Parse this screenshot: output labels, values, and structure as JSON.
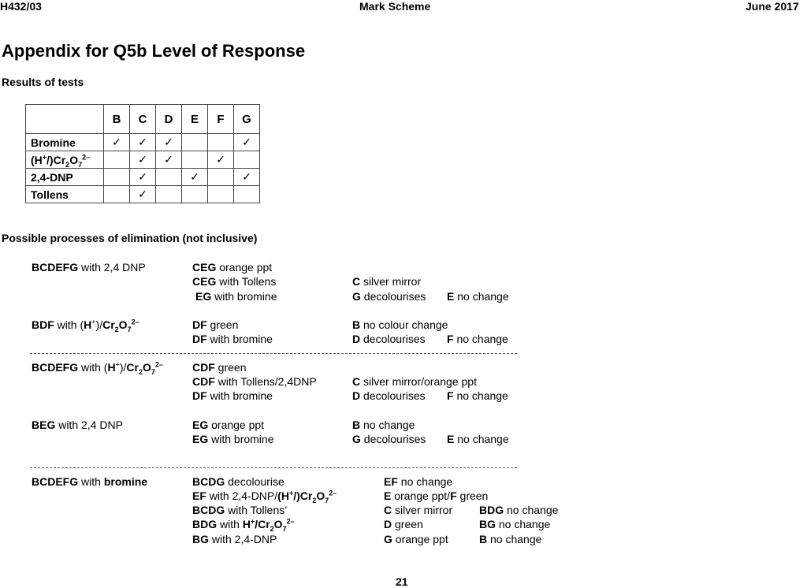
{
  "header": {
    "left": "H432/03",
    "center": "Mark Scheme",
    "right": "June 2017"
  },
  "title": "Appendix for Q5b Level of Response",
  "results_heading": "Results of tests",
  "table": {
    "columns": [
      "B",
      "C",
      "D",
      "E",
      "F",
      "G"
    ],
    "check_glyph": "✓",
    "rows": [
      {
        "label": "Bromine",
        "marks": [
          true,
          true,
          true,
          false,
          false,
          true
        ]
      },
      {
        "label_parts": [
          "(H",
          "+",
          "/)Cr",
          "2",
          "O",
          "7",
          "2–"
        ],
        "marks": [
          false,
          true,
          true,
          false,
          true,
          false
        ]
      },
      {
        "label": "2,4-DNP",
        "marks": [
          false,
          true,
          false,
          true,
          false,
          true
        ]
      },
      {
        "label": "Tollens",
        "marks": [
          false,
          true,
          false,
          false,
          false,
          false
        ]
      }
    ]
  },
  "elimination_heading": "Possible processes of elimination (not inclusive)",
  "blocks": {
    "b1": {
      "start_bold": "BCDEFG",
      "start_rest": " with 2,4 DNP",
      "l1_bold": "CEG",
      "l1_rest": " orange ppt",
      "l2_bold": "CEG",
      "l2_rest": " with Tollens",
      "r2_bold": "C",
      "r2_rest": " silver mirror",
      "l3_bold": "EG",
      "l3_rest": " with bromine",
      "r3_bold": "G",
      "r3_rest": " decolourises",
      "r3b_bold": "E",
      "r3b_rest": " no change"
    },
    "b2": {
      "start_bold": "BDF",
      "start_rest": " with (",
      "l1_bold": "DF",
      "l1_rest": " green",
      "r1_bold": "B",
      "r1_rest": " no colour change",
      "l2_bold": "DF",
      "l2_rest": " with bromine",
      "r2_bold": "D",
      "r2_rest": " decolourises",
      "r2b_bold": "F",
      "r2b_rest": " no change"
    },
    "b3": {
      "start_bold": "BCDEFG",
      "start_rest": " with (",
      "l1_bold": "CDF",
      "l1_rest": " green",
      "l2_bold": "CDF",
      "l2_rest": " with Tollens/2,4DNP",
      "r2_bold": "C",
      "r2_rest": " silver mirror/orange ppt",
      "l3_bold": "DF",
      "l3_rest": " with bromine",
      "r3_bold": "D",
      "r3_rest": " decolourises",
      "r3b_bold": "F",
      "r3b_rest": " no change"
    },
    "b4": {
      "start_bold": "BEG",
      "start_rest": " with 2,4 DNP",
      "l1_bold": "EG",
      "l1_rest": " orange ppt",
      "r1_bold": "B",
      "r1_rest": " no change",
      "l2_bold": "EG",
      "l2_rest": " with bromine",
      "r2_bold": "G",
      "r2_rest": " decolourises",
      "r2b_bold": "E",
      "r2b_rest": " no change"
    },
    "b5": {
      "start_bold": "BCDEFG",
      "start_rest": " with ",
      "start_bold2": "bromine",
      "l1_bold": "BCDG",
      "l1_rest": " decolourise",
      "r1_bold": "EF",
      "r1_rest": " no change",
      "l2_bold": "EF",
      "l2_rest": " with 2,4-DNP/",
      "r2_bold": "E",
      "r2_rest": " orange ppt/",
      "r2_bold2": "F",
      "r2_rest2": " green",
      "l3_bold": "BCDG",
      "l3_rest": " with Tollens’",
      "r3_bold": "C",
      "r3_rest": " silver mirror",
      "r3b_bold": "BDG",
      "r3b_rest": " no change",
      "l4_bold": "BDG",
      "l4_rest": " with ",
      "r4_bold": "D",
      "r4_rest": " green",
      "r4b_bold": "BG",
      "r4b_rest": " no change",
      "l5_bold": "BG",
      "l5_rest": " with 2,4-DNP",
      "r5_bold": "G",
      "r5_rest": " orange ppt",
      "r5b_bold": "B",
      "r5b_rest": " no change"
    }
  },
  "chem": {
    "H": "H",
    "plus": "+",
    "cr": "Cr",
    "two": "2",
    "o": "O",
    "seven": "7",
    "charge": "2–",
    "open": "(",
    "close": ")",
    "slash": "/",
    "slash_close": "/)"
  },
  "page_number": "21"
}
